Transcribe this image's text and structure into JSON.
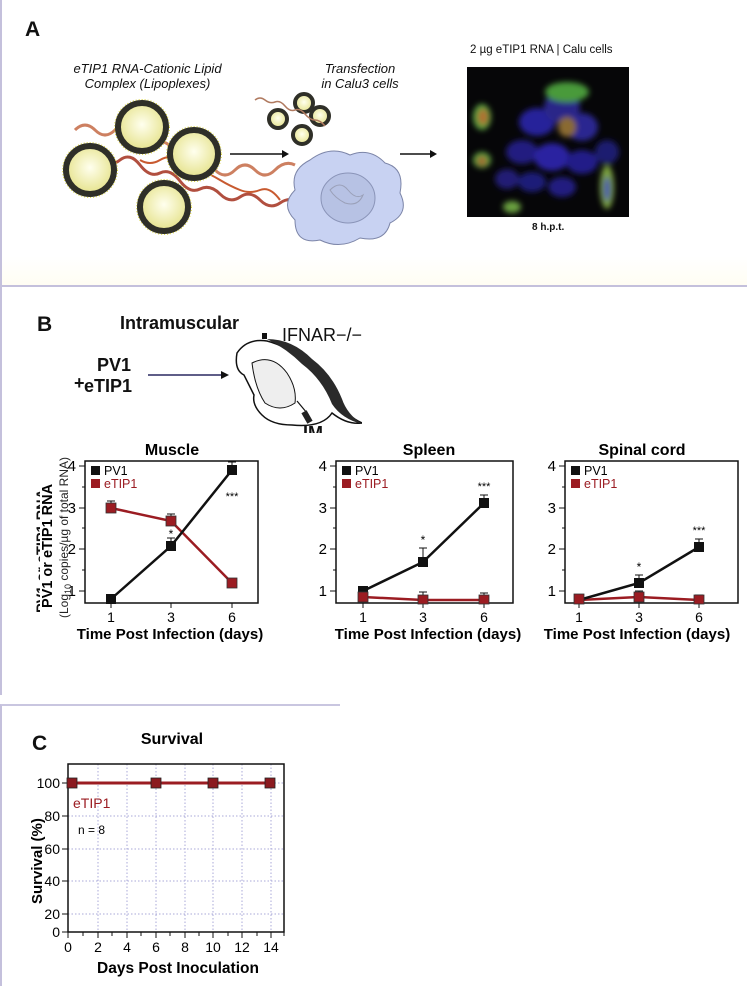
{
  "panelA": {
    "label": "A",
    "complex_caption_line1": "eTIP1 RNA-Cationic Lipid",
    "complex_caption_line2": "Complex (Lipoplexes)",
    "transfection_line1": "Transfection",
    "transfection_line2": "in Calu3 cells",
    "micrograph_title": "2 µg eTIP1 RNA | Calu cells",
    "micrograph_caption": "8 h.p.t."
  },
  "panelB": {
    "label": "B",
    "route": "Intramuscular",
    "plus": "+",
    "agent1": "PV1",
    "agent2": "eTIP1",
    "mouse_strain": "IFNAR−/−",
    "injection_site": "IM",
    "ylabel_main": "PV1 or eTIP1 RNA",
    "ylabel_sub": "(Log10 copies/µg of total RNA)",
    "colors": {
      "pv1": "#111111",
      "etip1": "#9b1c22"
    }
  },
  "panelC": {
    "label": "C",
    "legend_series": "eTIP1",
    "n_label": "n = 8"
  },
  "chart_data": [
    {
      "type": "line",
      "title": "Muscle",
      "x": [
        1,
        3,
        6
      ],
      "xlabel": "Time Post Infection (days)",
      "ylabel": "PV1 or eTIP1 RNA (Log10 copies/µg of total RNA)",
      "ylim": [
        0.75,
        4.2
      ],
      "yticks": [
        1,
        2,
        3,
        4
      ],
      "legend": [
        "PV1",
        "eTIP1"
      ],
      "legend_position": "upper left",
      "series": [
        {
          "name": "PV1",
          "values": [
            0.82,
            2.08,
            3.92
          ],
          "errors": [
            0.0,
            0.2,
            0.2
          ]
        },
        {
          "name": "eTIP1",
          "values": [
            2.98,
            2.67,
            1.2
          ],
          "errors": [
            0.15,
            0.15,
            0.1
          ]
        }
      ],
      "annotations": [
        {
          "x": 3,
          "text": "*"
        },
        {
          "x": 6,
          "text": "***"
        }
      ]
    },
    {
      "type": "line",
      "title": "Spleen",
      "x": [
        1,
        3,
        6
      ],
      "xlabel": "Time Post Infection (days)",
      "ylim": [
        0.75,
        4.2
      ],
      "yticks": [
        1,
        2,
        3,
        4
      ],
      "legend": [
        "PV1",
        "eTIP1"
      ],
      "series": [
        {
          "name": "PV1",
          "values": [
            1.02,
            1.71,
            3.13
          ],
          "errors": [
            0.05,
            0.35,
            0.2
          ]
        },
        {
          "name": "eTIP1",
          "values": [
            0.85,
            0.77,
            0.77
          ],
          "errors": [
            0.05,
            0.18,
            0.15
          ]
        }
      ],
      "annotations": [
        {
          "x": 3,
          "text": "*"
        },
        {
          "x": 6,
          "text": "***"
        }
      ]
    },
    {
      "type": "line",
      "title": "Spinal cord",
      "x": [
        1,
        3,
        6
      ],
      "xlabel": "Time Post Infection (days)",
      "ylim": [
        0.75,
        4.2
      ],
      "yticks": [
        1,
        2,
        3,
        4
      ],
      "legend": [
        "PV1",
        "eTIP1"
      ],
      "series": [
        {
          "name": "PV1",
          "values": [
            0.78,
            1.2,
            2.06
          ],
          "errors": [
            0.0,
            0.2,
            0.2
          ]
        },
        {
          "name": "eTIP1",
          "values": [
            0.78,
            0.85,
            0.78
          ],
          "errors": [
            0.05,
            0.15,
            0.12
          ]
        }
      ],
      "annotations": [
        {
          "x": 3,
          "text": "*"
        },
        {
          "x": 6,
          "text": "***"
        }
      ]
    },
    {
      "type": "line",
      "title": "Survival",
      "x": [
        0,
        6,
        10,
        14
      ],
      "xlabel": "Days Post Inoculation",
      "ylabel": "Survival (%)",
      "xlim": [
        0,
        15
      ],
      "ylim": [
        0,
        108
      ],
      "xticks": [
        0,
        2,
        4,
        6,
        8,
        10,
        12,
        14
      ],
      "yticks": [
        0,
        20,
        40,
        60,
        80,
        100
      ],
      "grid": true,
      "series": [
        {
          "name": "eTIP1",
          "values": [
            100,
            100,
            100,
            100
          ]
        }
      ],
      "annotations": [
        {
          "text": "eTIP1"
        },
        {
          "text": "n = 8"
        }
      ]
    }
  ]
}
